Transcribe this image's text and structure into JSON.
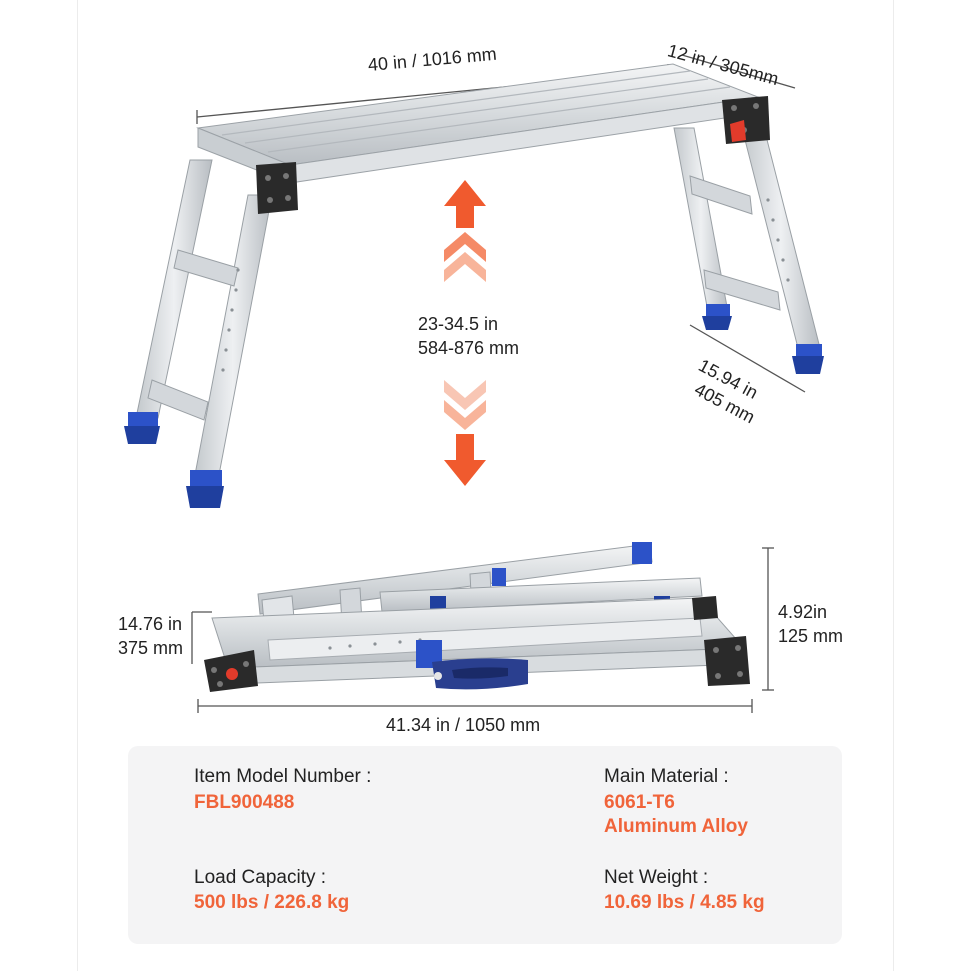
{
  "dimensions": {
    "top_width": "40 in / 1016 mm",
    "top_depth": "12 in / 305mm",
    "height_in": "23-34.5 in",
    "height_mm": "584-876 mm",
    "leg_span_in": "15.94 in",
    "leg_span_mm": "405 mm",
    "folded_depth_in": "14.76 in",
    "folded_depth_mm": "375 mm",
    "folded_height_in": "4.92in",
    "folded_height_mm": "125 mm",
    "folded_length": "41.34 in / 1050 mm"
  },
  "specs": {
    "model_label": "Item Model Number :",
    "model_value": "FBL900488",
    "material_label": "Main Material :",
    "material_value_1": "6061-T6",
    "material_value_2": "Aluminum Alloy",
    "load_label": "Load Capacity :",
    "load_value": "500 lbs / 226.8 kg",
    "weight_label": "Net Weight :",
    "weight_value": "10.69 lbs / 4.85 kg"
  },
  "colors": {
    "accent": "#f0643a",
    "aluminum": "#d9dde1",
    "feet": "#1f3f9e",
    "brackets": "#2a2a2a"
  }
}
